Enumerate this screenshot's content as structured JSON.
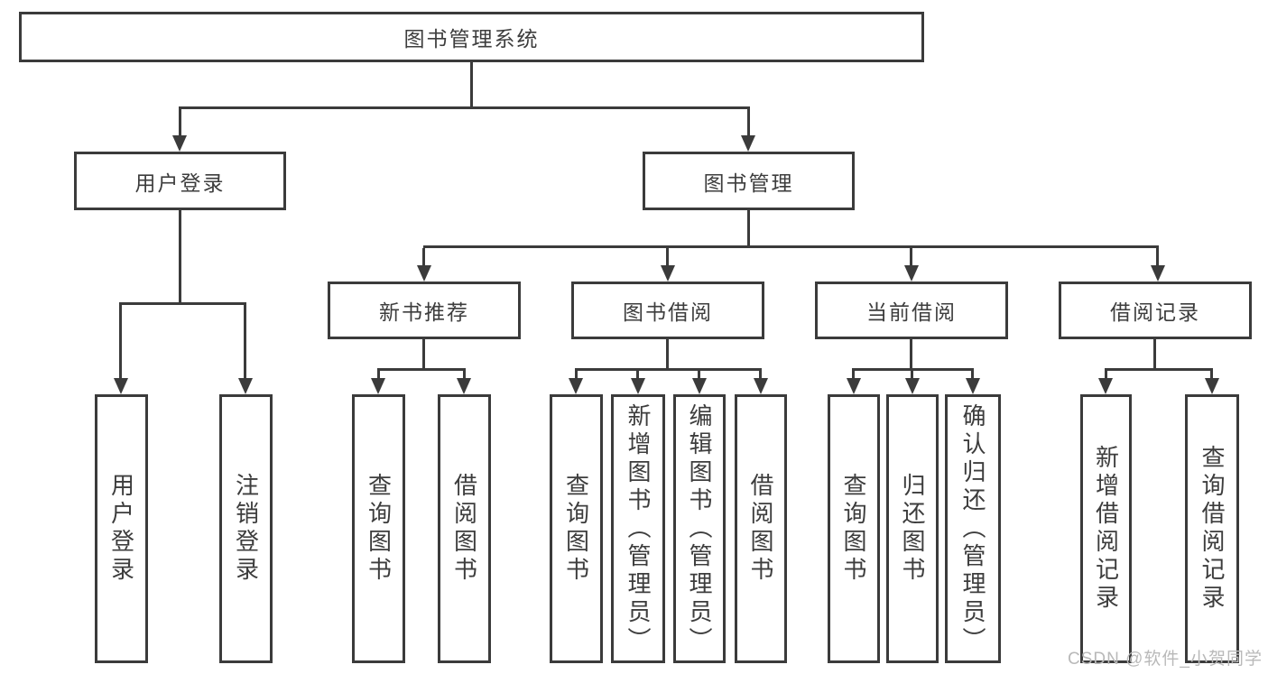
{
  "diagram": {
    "root": {
      "label": "图书管理系统"
    },
    "branches": [
      {
        "label": "用户登录",
        "children": [
          {
            "label": "用户登录"
          },
          {
            "label": "注销登录"
          }
        ]
      },
      {
        "label": "图书管理",
        "children": [
          {
            "label": "新书推荐",
            "children": [
              {
                "label": "查询图书"
              },
              {
                "label": "借阅图书"
              }
            ]
          },
          {
            "label": "图书借阅",
            "children": [
              {
                "label": "查询图书"
              },
              {
                "label": "新增图书（管理员）"
              },
              {
                "label": "编辑图书（管理员）"
              },
              {
                "label": "借阅图书"
              }
            ]
          },
          {
            "label": "当前借阅",
            "children": [
              {
                "label": "查询图书"
              },
              {
                "label": "归还图书"
              },
              {
                "label": "确认归还（管理员）"
              }
            ]
          },
          {
            "label": "借阅记录",
            "children": [
              {
                "label": "新增借阅记录"
              },
              {
                "label": "查询借阅记录"
              }
            ]
          }
        ]
      }
    ]
  },
  "watermark": {
    "text": "CSDN @软件_小贺同学"
  },
  "colors": {
    "line": "#3b3b3b",
    "text": "#3d3d3d",
    "background": "#ffffff",
    "watermark": "#b9b9b9"
  }
}
